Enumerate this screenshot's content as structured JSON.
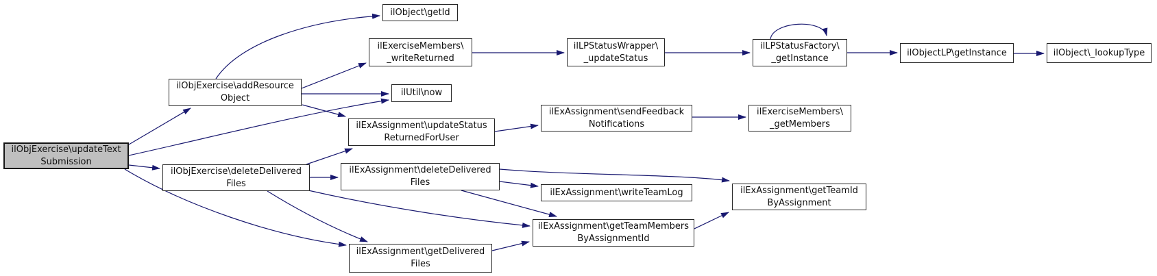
{
  "graph": {
    "kind": "call-graph",
    "edge_color": "#191970",
    "node_fill": "#ffffff",
    "node_border_color": "#262626",
    "highlight_fill": "#bfbfbf",
    "nodes": {
      "updateTextSubmission": {
        "line1": "ilObjExercise\\updateText",
        "line2": "Submission"
      },
      "addResourceObject": {
        "line1": "ilObjExercise\\addResource",
        "line2": "Object"
      },
      "getId": {
        "line1": "ilObject\\getId"
      },
      "writeReturned": {
        "line1": "ilExerciseMembers\\",
        "line2": "_writeReturned"
      },
      "ilUtilNow": {
        "line1": "ilUtil\\now"
      },
      "updateStatusWrapper": {
        "line1": "ilLPStatusWrapper\\",
        "line2": "_updateStatus"
      },
      "statusFactory": {
        "line1": "ilLPStatusFactory\\",
        "line2": "_getInstance"
      },
      "objectLpGetInstance": {
        "line1": "ilObjectLP\\getInstance"
      },
      "lookupType": {
        "line1": "ilObject\\_lookupType"
      },
      "updateStatusReturnedForUser": {
        "line1": "ilExAssignment\\updateStatus",
        "line2": "ReturnedForUser"
      },
      "sendFeedbackNotifications": {
        "line1": "ilExAssignment\\sendFeedback",
        "line2": "Notifications"
      },
      "getMembers": {
        "line1": "ilExerciseMembers\\",
        "line2": "_getMembers"
      },
      "objDeleteDeliveredFiles": {
        "line1": "ilObjExercise\\deleteDelivered",
        "line2": "Files"
      },
      "exDeleteDeliveredFiles": {
        "line1": "ilExAssignment\\deleteDelivered",
        "line2": "Files"
      },
      "writeTeamLog": {
        "line1": "ilExAssignment\\writeTeamLog"
      },
      "getTeamIdByAssignment": {
        "line1": "ilExAssignment\\getTeamId",
        "line2": "ByAssignment"
      },
      "getTeamMembersByAssignmentId": {
        "line1": "ilExAssignment\\getTeamMembers",
        "line2": "ByAssignmentId"
      },
      "getDeliveredFiles": {
        "line1": "ilExAssignment\\getDelivered",
        "line2": "Files"
      }
    },
    "edges": [
      {
        "from": "updateTextSubmission",
        "to": "addResourceObject"
      },
      {
        "from": "updateTextSubmission",
        "to": "ilUtilNow"
      },
      {
        "from": "updateTextSubmission",
        "to": "objDeleteDeliveredFiles"
      },
      {
        "from": "updateTextSubmission",
        "to": "getDeliveredFiles"
      },
      {
        "from": "addResourceObject",
        "to": "getId"
      },
      {
        "from": "addResourceObject",
        "to": "writeReturned"
      },
      {
        "from": "addResourceObject",
        "to": "ilUtilNow"
      },
      {
        "from": "addResourceObject",
        "to": "updateStatusReturnedForUser"
      },
      {
        "from": "writeReturned",
        "to": "updateStatusWrapper"
      },
      {
        "from": "updateStatusWrapper",
        "to": "statusFactory"
      },
      {
        "from": "statusFactory",
        "to": "statusFactory"
      },
      {
        "from": "statusFactory",
        "to": "objectLpGetInstance"
      },
      {
        "from": "objectLpGetInstance",
        "to": "lookupType"
      },
      {
        "from": "updateStatusReturnedForUser",
        "to": "sendFeedbackNotifications"
      },
      {
        "from": "sendFeedbackNotifications",
        "to": "getMembers"
      },
      {
        "from": "objDeleteDeliveredFiles",
        "to": "updateStatusReturnedForUser"
      },
      {
        "from": "objDeleteDeliveredFiles",
        "to": "exDeleteDeliveredFiles"
      },
      {
        "from": "objDeleteDeliveredFiles",
        "to": "getDeliveredFiles"
      },
      {
        "from": "objDeleteDeliveredFiles",
        "to": "getTeamMembersByAssignmentId"
      },
      {
        "from": "exDeleteDeliveredFiles",
        "to": "getTeamIdByAssignment"
      },
      {
        "from": "exDeleteDeliveredFiles",
        "to": "writeTeamLog"
      },
      {
        "from": "exDeleteDeliveredFiles",
        "to": "getTeamMembersByAssignmentId"
      },
      {
        "from": "getDeliveredFiles",
        "to": "getTeamMembersByAssignmentId"
      },
      {
        "from": "getTeamMembersByAssignmentId",
        "to": "getTeamIdByAssignment"
      }
    ]
  }
}
